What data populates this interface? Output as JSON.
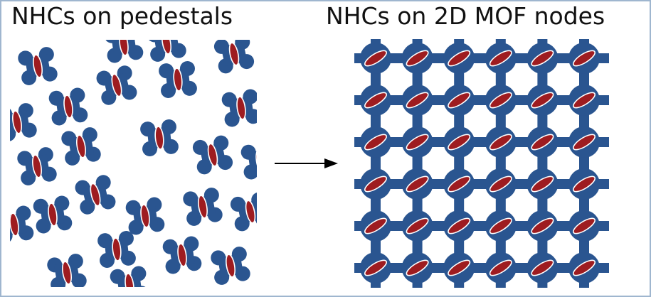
{
  "titles": {
    "left": "NHCs on pedestals",
    "right": "NHCs on 2D MOF nodes"
  },
  "colors": {
    "pedestal_blue": "#2a5590",
    "nhc_red": "#9e1c20",
    "outline_white": "#ffffff",
    "frame_border": "#9fb6cf",
    "arrow": "#000000"
  },
  "icons": {
    "pedestal": "dog-bone-shape-with-red-ellipse",
    "mof_node": "round-node-with-tilted-red-ellipse",
    "arrow": "right-arrow"
  },
  "mof_grid": {
    "columns": 6,
    "rows": 6
  }
}
